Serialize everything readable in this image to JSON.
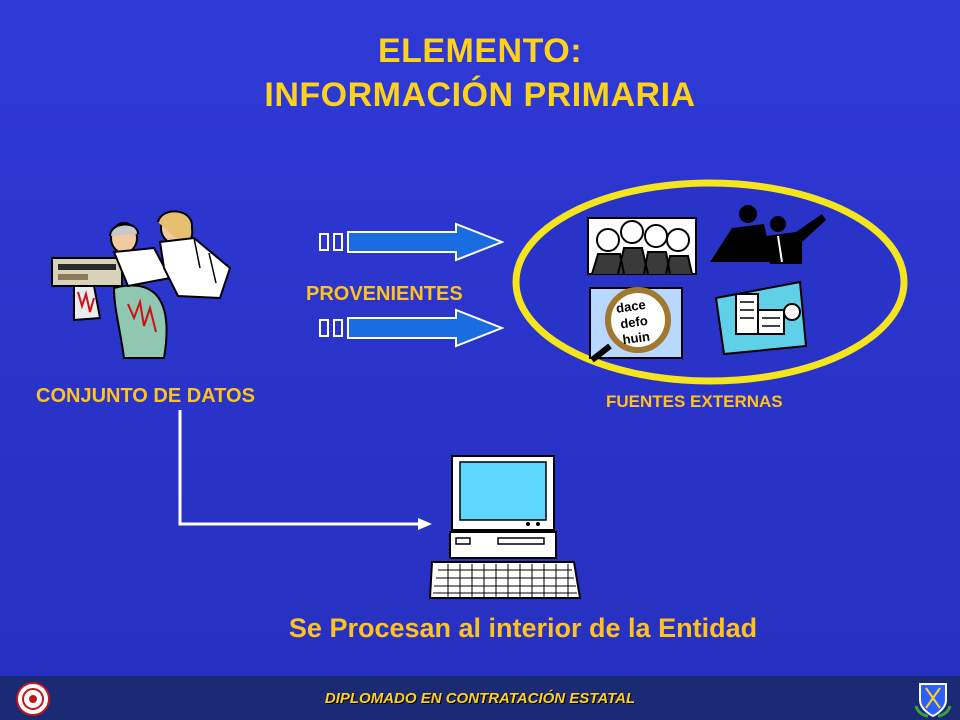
{
  "slide": {
    "title_line1": "ELEMENTO:",
    "title_line2": "INFORMACIÓN PRIMARIA",
    "label_provenientes": "PROVENIENTES",
    "label_conjunto": "CONJUNTO DE DATOS",
    "label_fuentes": "FUENTES EXTERNAS",
    "label_procesan": "Se Procesan al interior de la Entidad",
    "stamp_text_lines": [
      "dace",
      "defo",
      "huin"
    ]
  },
  "footer": {
    "text": "DIPLOMADO EN CONTRATACIÓN ESTATAL"
  },
  "colors": {
    "background": "#2a33c8",
    "title": "#ffd21a",
    "label": "#ffc21e",
    "ellipse": "#f5e51c",
    "footer_bar": "#1b2a74"
  }
}
